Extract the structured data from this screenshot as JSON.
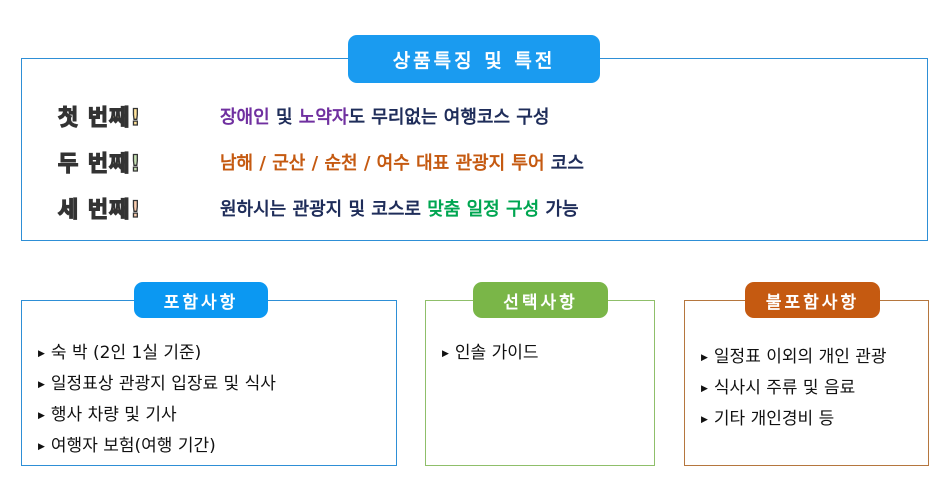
{
  "title": "상품특징 및 특전",
  "features": [
    {
      "label": "첫 번째!",
      "label_color": "#ffe29a",
      "segments": [
        {
          "text": "장애인",
          "color": "#7030a0"
        },
        {
          "text": " 및 ",
          "color": "#1f2d5a"
        },
        {
          "text": "노약자",
          "color": "#7030a0"
        },
        {
          "text": "도 무리없는 여행코스 구성",
          "color": "#1f2d5a"
        }
      ]
    },
    {
      "label": "두 번째!",
      "label_color": "#c6e0b4",
      "segments": [
        {
          "text": "남해 / 군산 / 순천 / 여수 대표 관광지 투어",
          "color": "#c55a11"
        },
        {
          "text": " 코스",
          "color": "#1f2d5a"
        }
      ]
    },
    {
      "label": "세 번째!",
      "label_color": "#f8cbad",
      "segments": [
        {
          "text": "원하시는 관광지 및 코스로 ",
          "color": "#1f2d5a"
        },
        {
          "text": "맞춤 일정 구성",
          "color": "#00a651"
        },
        {
          "text": " 가능",
          "color": "#1f2d5a"
        }
      ]
    }
  ],
  "sections": [
    {
      "title": "포함사항",
      "color": "#0b98f2",
      "border": "#2e8fd6",
      "items": [
        "숙 박 (2인 1실 기준)",
        "일정표상 관광지 입장료 및 식사",
        "행사 차량 및 기사",
        "여행자 보험(여행 기간)"
      ]
    },
    {
      "title": "선택사항",
      "color": "#7ab648",
      "border": "#8fbf6a",
      "items": [
        "인솔 가이드"
      ]
    },
    {
      "title": "불포함사항",
      "color": "#c55a11",
      "border": "#b5763e",
      "items": [
        "일정표 이외의 개인 관광",
        "식사시 주류 및 음료",
        "기타 개인경비 등"
      ]
    }
  ],
  "bullet_icon": "▶"
}
